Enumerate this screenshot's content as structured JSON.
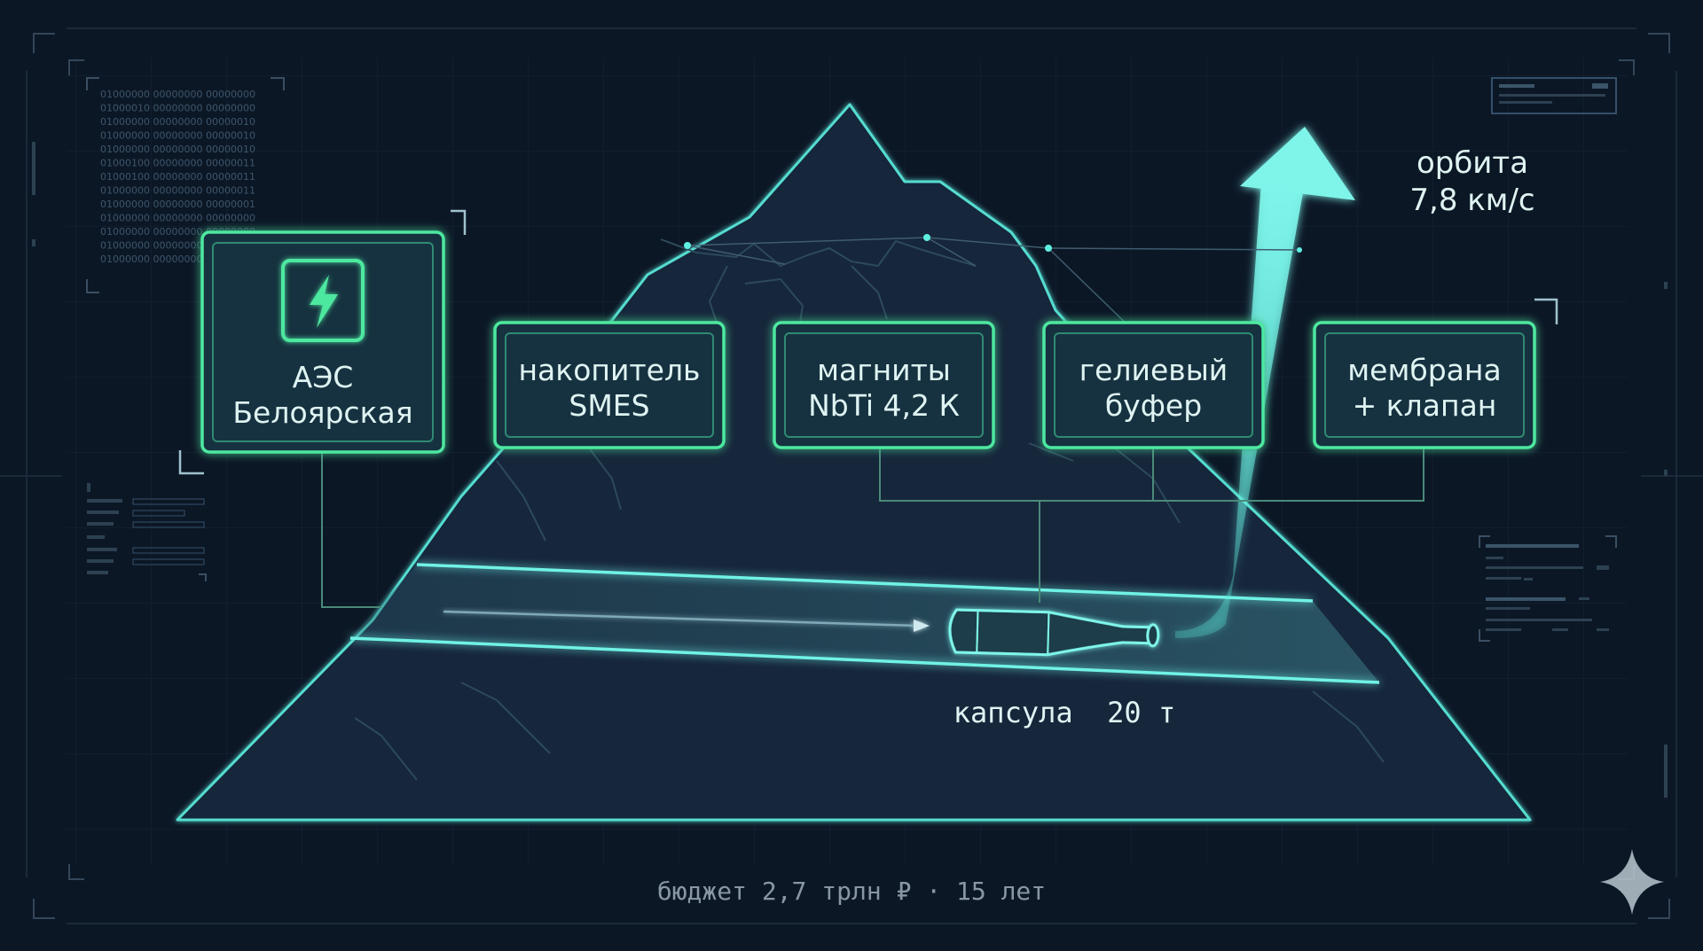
{
  "colors": {
    "background": "#0c1726",
    "grid": "#1a2a3a",
    "mountain_fill": "#16283a",
    "glow": "#5ef0e0",
    "node_border": "#4ee8a0",
    "node_fill": "#173040",
    "label_text": "#dff4f2",
    "footer_text": "#8897a3"
  },
  "nodes": [
    {
      "line1": "АЭС",
      "line2": "Белоярская",
      "icon": "lightning-bolt-icon"
    },
    {
      "line1": "накопитель",
      "line2": "SMES"
    },
    {
      "line1": "магниты",
      "line2": "NbTi 4,2 К"
    },
    {
      "line1": "гелиевый",
      "line2": "буфер"
    },
    {
      "line1": "мембрана",
      "line2": "+ клапан"
    }
  ],
  "orbit_label": {
    "line1": "орбита",
    "line2": "7,8 км/с"
  },
  "capsule_label": "капсула  20 т",
  "footer": "бюджет 2,7 трлн ₽ · 15 лет",
  "binary_rows": [
    "01000000  00000000  00000000",
    "01000010  00000000  00000000",
    "01000000  00000000  00000010",
    "01000000  00000000  00000010",
    "01000000  00000000  00000010",
    "01000100  00000000  00000011",
    "01000100  00000000  00000011",
    "01000000  00000000  00000011",
    "01000000  00000000  00000001",
    "01000000  00000000  00000000",
    "01000000  00000000  00000000",
    "01000000  00000000  00000000",
    "01000000  00000000  00000000"
  ]
}
